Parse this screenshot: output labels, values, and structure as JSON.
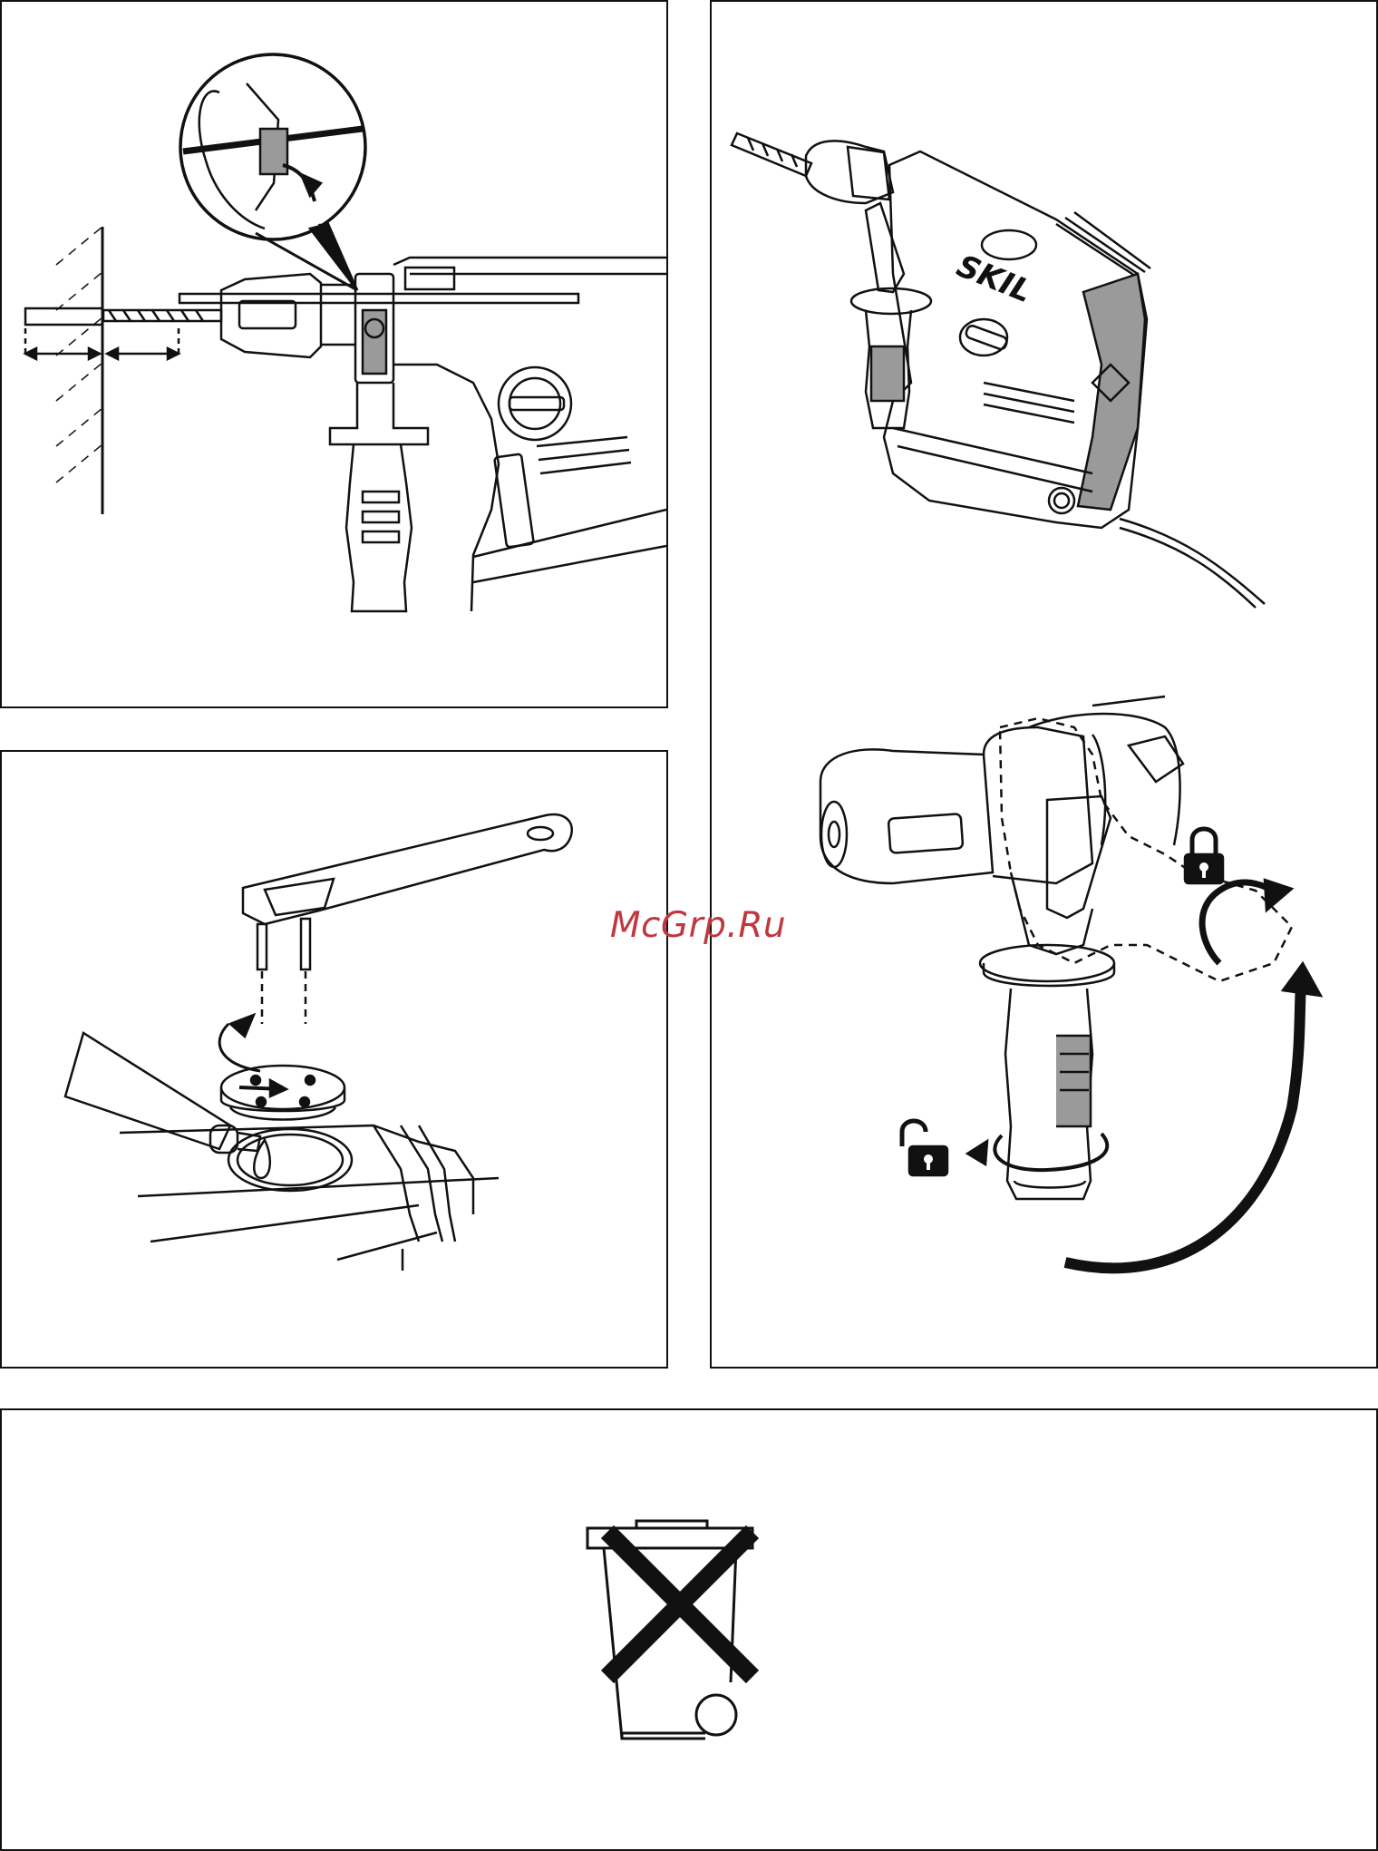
{
  "watermark": {
    "text": "McGrp.Ru"
  },
  "tool": {
    "brand": "SKIL"
  },
  "colors": {
    "line": "#111111",
    "accent_gray": "#9a9a9a",
    "watermark": "#c0373f"
  },
  "icons": {
    "lock_closed": "padlock-closed",
    "lock_open": "padlock-open",
    "disposal": "crossed-out-wheelie-bin"
  }
}
